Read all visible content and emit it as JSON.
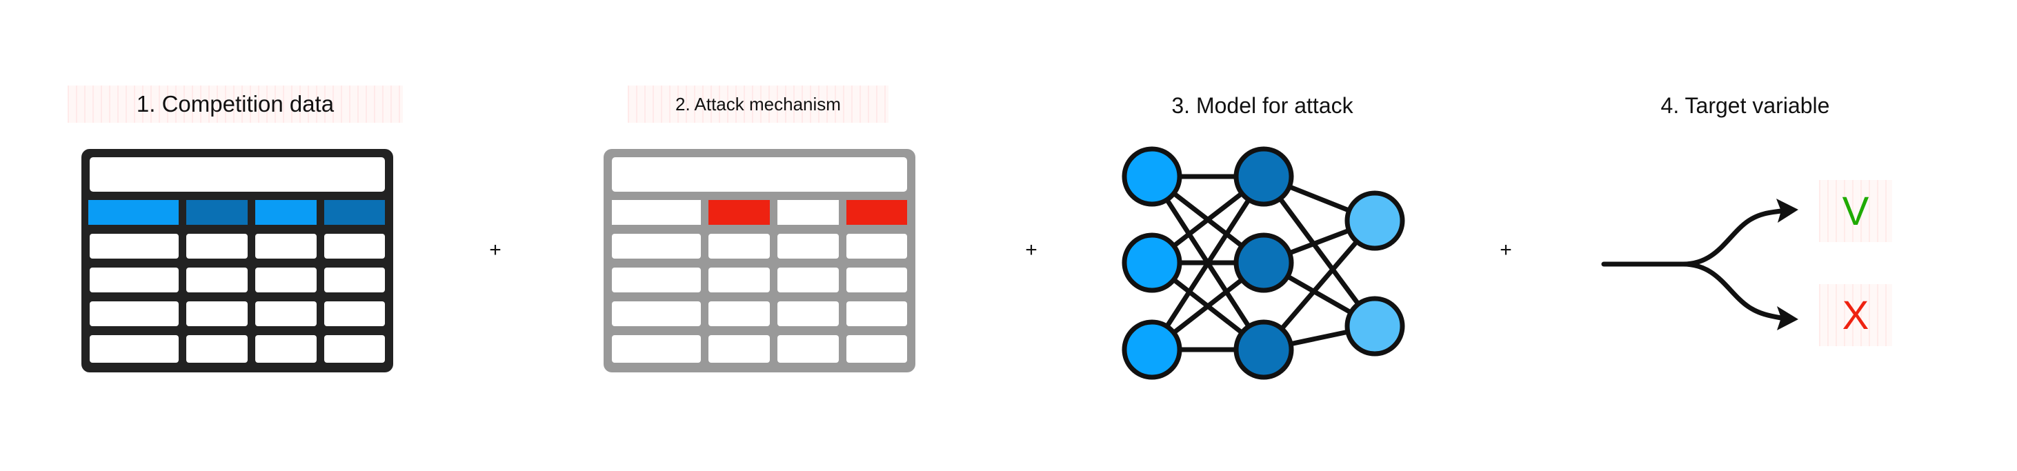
{
  "panels": [
    {
      "label": "1. Competition data"
    },
    {
      "label": "2. Attack mechanism"
    },
    {
      "label": "3. Model for attack"
    },
    {
      "label": "4. Target variable"
    }
  ],
  "operators": [
    "+",
    "+",
    "+"
  ],
  "outcomes": {
    "positive": "V",
    "negative": "X"
  },
  "colors": {
    "table_frame": "#222222",
    "table_frame_gray": "#999999",
    "cell_blue_light": "#0a9cf5",
    "cell_blue_dark": "#0a70b4",
    "cell_red": "#ee2211",
    "node_light": "#0aa5ff",
    "node_mid": "#0a72b8",
    "node_output": "#55bff9",
    "outcome_positive": "#1faa00",
    "outcome_negative": "#ee2211"
  }
}
